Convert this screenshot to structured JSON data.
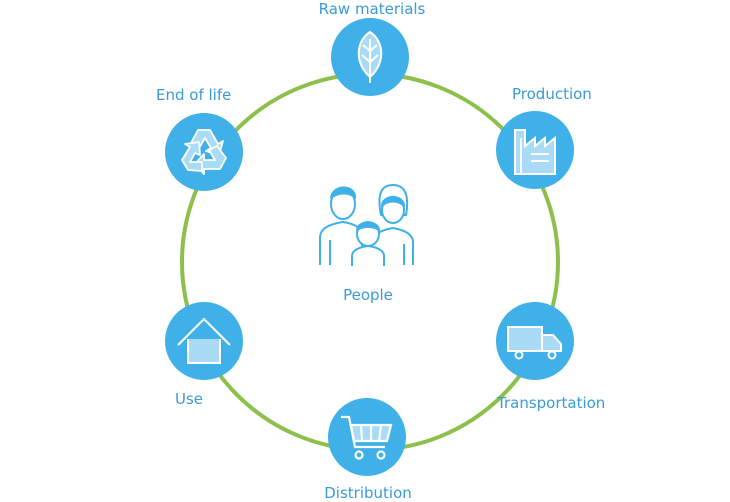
{
  "colors": {
    "ring": "#8cc04a",
    "node": "#3fb1e8",
    "icon_fill": "#a9daf6",
    "label": "#3a9bd8"
  },
  "nodes": [
    {
      "label": "Raw materials",
      "icon": "leaf-icon"
    },
    {
      "label": "Production",
      "icon": "factory-icon"
    },
    {
      "label": "Transportation",
      "icon": "truck-icon"
    },
    {
      "label": "Distribution",
      "icon": "cart-icon"
    },
    {
      "label": "Use",
      "icon": "house-icon"
    },
    {
      "label": "End of life",
      "icon": "recycle-icon"
    }
  ],
  "center": {
    "label": "People",
    "icon": "family-icon"
  }
}
